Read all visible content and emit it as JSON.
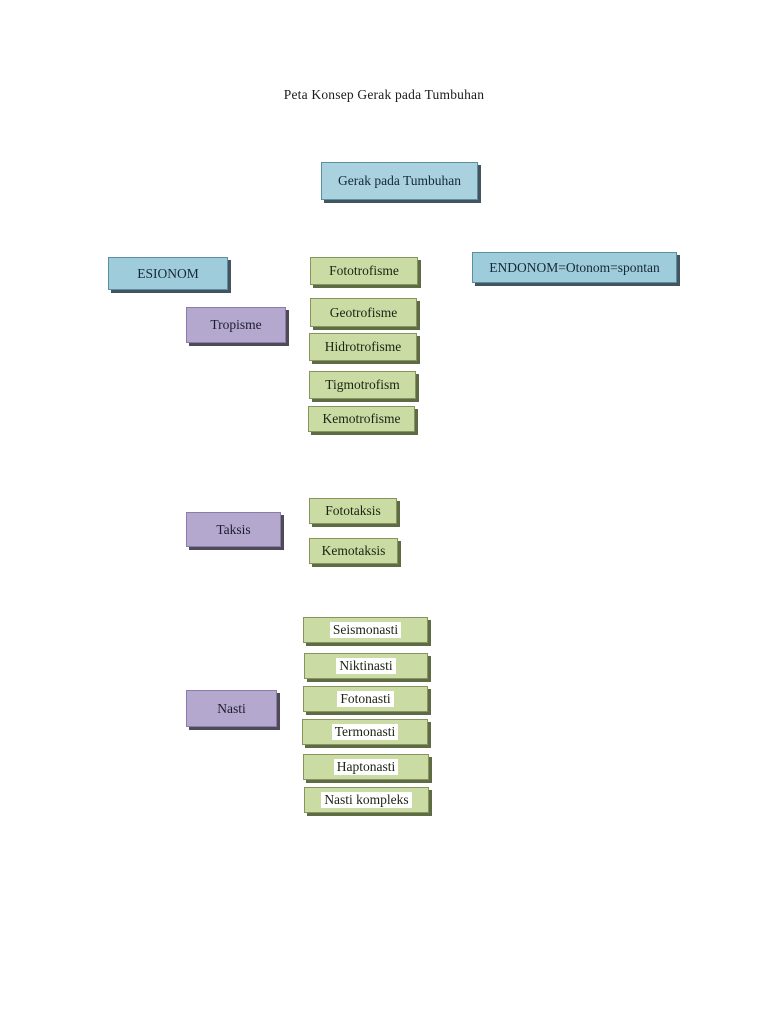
{
  "document": {
    "title": "Peta Konsep Gerak pada Tumbuhan"
  },
  "concept_map": {
    "root": "Gerak pada Tumbuhan",
    "branches": {
      "esionom": "ESIONOM",
      "endonom": "ENDONOM=Otonom=spontan"
    },
    "groups": [
      {
        "parent": "Tropisme",
        "children": [
          "Fototrofisme",
          "Geotrofisme",
          "Hidrotrofisme",
          "Tigmotrofism",
          "Kemotrofisme"
        ]
      },
      {
        "parent": "Taksis",
        "children": [
          "Fototaksis",
          "Kemotaksis"
        ]
      },
      {
        "parent": "Nasti",
        "children": [
          "Seismonasti",
          "Niktinasti",
          "Fotonasti",
          "Termonasti",
          "Haptonasti",
          "Nasti kompleks"
        ]
      }
    ]
  },
  "colors": {
    "page_background": "#ffffff",
    "blue_node_fill": "#a9d2de",
    "purple_node_fill": "#b4a8ce",
    "green_node_fill": "#cadca4",
    "node_text": "#1d2430",
    "label_highlight": "#ffffff"
  }
}
